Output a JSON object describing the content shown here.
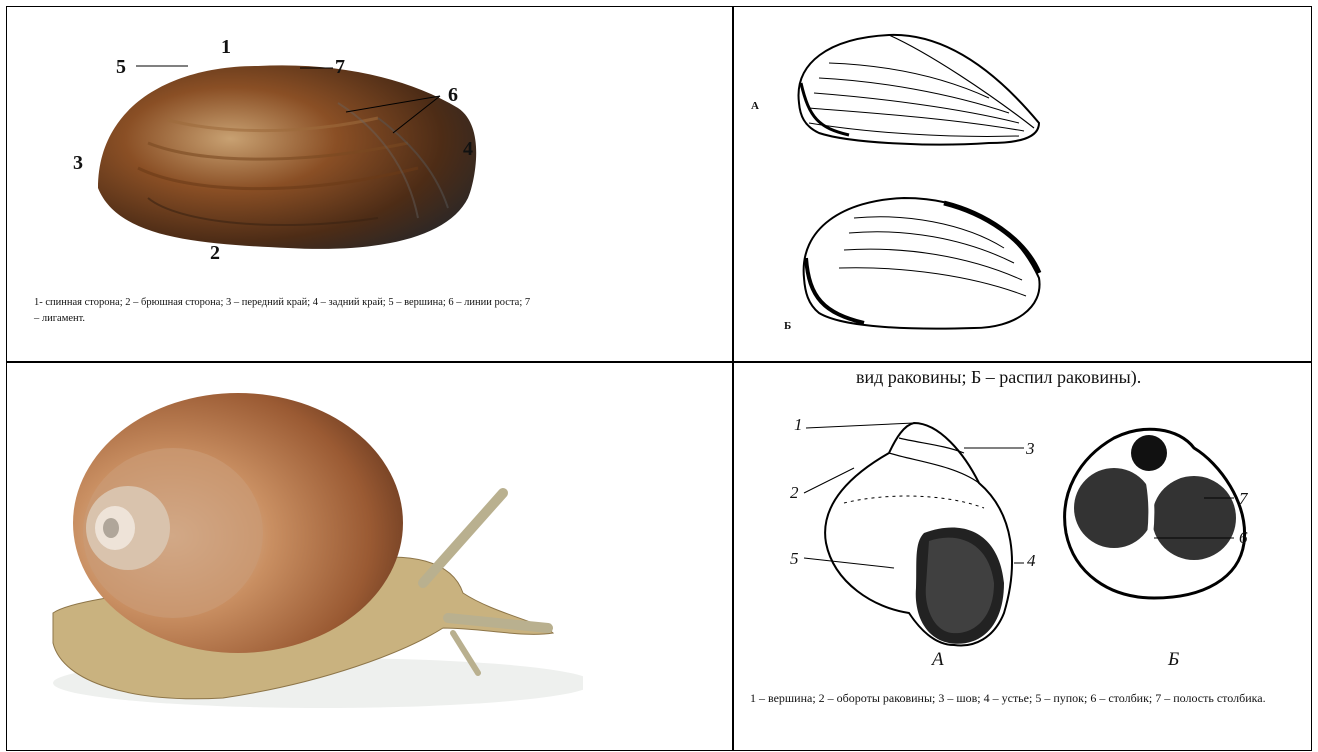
{
  "panel_mussel": {
    "labels": [
      "1",
      "2",
      "3",
      "4",
      "5",
      "6",
      "7"
    ],
    "caption": "1- спинная сторона; 2 – брюшная сторона; 3 – передний край; 4 – задний край; 5 – вершина; 6 – линии роста; 7 – лигамент."
  },
  "panel_drawings": {
    "label_a": "А",
    "label_b": "Б"
  },
  "panel_gastropod": {
    "top_text": "вид раковины; Б – распил раковины).",
    "labels": [
      "1",
      "2",
      "3",
      "4",
      "5",
      "6",
      "7"
    ],
    "label_a": "А",
    "label_b": "Б",
    "caption": "1 – вершина; 2 – обороты раковины; 3 – шов; 4 – устье; 5 – пупок; 6 – столбик; 7 – полость столбика."
  },
  "colors": {
    "border": "#000000",
    "mussel_brown": "#6b3d1e",
    "snail_shell": "#b7774e",
    "snail_body": "#c9b27f"
  }
}
